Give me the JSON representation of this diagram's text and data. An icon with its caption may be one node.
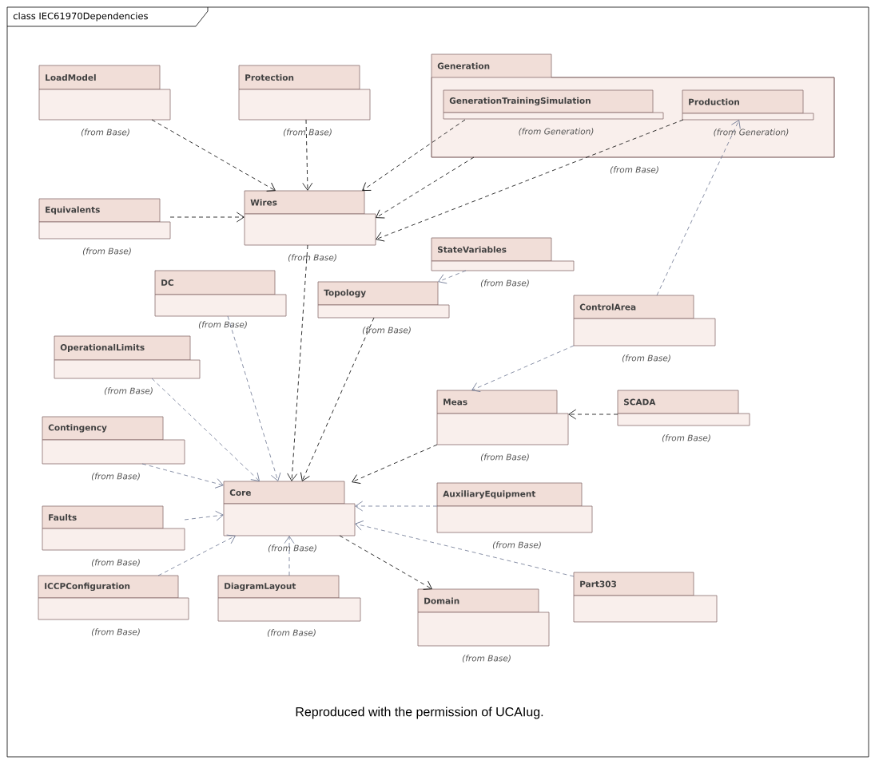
{
  "diagram": {
    "title": "class IEC61970Dependencies",
    "caption": "Reproduced with the permission of UCAIug.",
    "nodes": [
      {
        "text": [
          "LoadModel"
        ],
        "beside": [
          "(from Base)"
        ]
      },
      {
        "text": [
          "Protection"
        ],
        "beside": [
          "(from Base)"
        ]
      },
      {
        "text": [
          "Generation"
        ],
        "beside": [
          "(from Base)"
        ]
      },
      {
        "text": [
          "GenerationTrainingSimulation"
        ],
        "beside": [
          "(from Generation)"
        ],
        "in": 2
      },
      {
        "text": [
          "Production"
        ],
        "beside": [
          "(from Generation)"
        ],
        "in": 2
      },
      {
        "text": [
          "Wires"
        ],
        "beside": [
          "(from Base)"
        ]
      },
      {
        "text": [
          "Equivalents"
        ],
        "beside": [
          "(from Base)"
        ]
      },
      {
        "text": [
          "StateVariables"
        ],
        "beside": [
          "(from Base)"
        ]
      },
      {
        "text": [
          "DC"
        ],
        "beside": [
          "(from Base)"
        ]
      },
      {
        "text": [
          "Topology"
        ],
        "beside": [
          "(from Base)"
        ]
      },
      {
        "text": [
          "ControlArea"
        ],
        "beside": [
          "(from Base)"
        ]
      },
      {
        "text": [
          "OperationalLimits"
        ],
        "beside": [
          "(from Base)"
        ]
      },
      {
        "text": [
          "Meas"
        ],
        "beside": [
          "(from Base)"
        ]
      },
      {
        "text": [
          "SCADA"
        ],
        "beside": [
          "(from Base)"
        ]
      },
      {
        "text": [
          "Contingency"
        ],
        "beside": [
          "(from Base)"
        ]
      },
      {
        "text": [
          "Core"
        ],
        "beside": [
          "(from Base)"
        ]
      },
      {
        "text": [
          "AuxiliaryEquipment"
        ],
        "beside": [
          "(from Base)"
        ]
      },
      {
        "text": [
          "Faults"
        ],
        "beside": [
          "(from Base)"
        ]
      },
      {
        "text": [
          "ICCPConfiguration"
        ],
        "beside": [
          "(from Base)"
        ]
      },
      {
        "text": [
          "DiagramLayout"
        ],
        "beside": [
          "(from Base)"
        ]
      },
      {
        "text": [
          "Part303"
        ]
      },
      {
        "text": [
          "Domain"
        ],
        "beside": [
          "(from Base)"
        ]
      }
    ],
    "edges": [
      {
        "from": 0,
        "to": 5,
        "arrow": "to",
        "style": "dashed",
        "color": "#000000"
      },
      {
        "from": 1,
        "to": 5,
        "arrow": "to",
        "style": "dashed",
        "color": "#000000"
      },
      {
        "from": 3,
        "to": 5,
        "arrow": "to",
        "style": "dashed",
        "color": "#000000"
      },
      {
        "from": 2,
        "to": 5,
        "arrow": "to",
        "style": "dashed",
        "color": "#000000"
      },
      {
        "from": 4,
        "to": 5,
        "arrow": "to",
        "style": "dashed",
        "color": "#000000"
      },
      {
        "from": 6,
        "to": 5,
        "arrow": "to",
        "style": "dashed",
        "color": "#000000"
      },
      {
        "from": 7,
        "to": 9,
        "arrow": "to",
        "style": "dashed",
        "color": "#6b7591"
      },
      {
        "from": 10,
        "to": 4,
        "arrow": "to",
        "style": "dashed",
        "color": "#6b7591"
      },
      {
        "from": 10,
        "to": 12,
        "arrow": "to",
        "style": "dashed",
        "color": "#6b7591"
      },
      {
        "from": 13,
        "to": 12,
        "arrow": "to",
        "style": "dashed",
        "color": "#000000"
      },
      {
        "from": 5,
        "to": 15,
        "arrow": "to",
        "style": "dashed",
        "color": "#000000"
      },
      {
        "from": 8,
        "to": 15,
        "arrow": "to",
        "style": "dashed",
        "color": "#6b7591"
      },
      {
        "from": 9,
        "to": 15,
        "arrow": "to",
        "style": "dashed",
        "color": "#000000"
      },
      {
        "from": 11,
        "to": 15,
        "arrow": "to",
        "style": "dashed",
        "color": "#6b7591"
      },
      {
        "from": 14,
        "to": 15,
        "arrow": "to",
        "style": "dashed",
        "color": "#6b7591"
      },
      {
        "from": 12,
        "to": 15,
        "arrow": "to",
        "style": "dashed",
        "color": "#000000"
      },
      {
        "from": 17,
        "to": 15,
        "arrow": "to",
        "style": "dashed",
        "color": "#6b7591"
      },
      {
        "from": 16,
        "to": 15,
        "arrow": "to",
        "style": "dashed",
        "color": "#6b7591"
      },
      {
        "from": 18,
        "to": 15,
        "arrow": "to",
        "style": "dashed",
        "color": "#6b7591"
      },
      {
        "from": 19,
        "to": 15,
        "arrow": "to",
        "style": "dashed",
        "color": "#6b7591"
      },
      {
        "from": 20,
        "to": 15,
        "arrow": "to",
        "style": "dashed",
        "color": "#6b7591"
      },
      {
        "from": 15,
        "to": 21,
        "arrow": "to",
        "style": "dashed",
        "color": "#000000"
      }
    ]
  }
}
